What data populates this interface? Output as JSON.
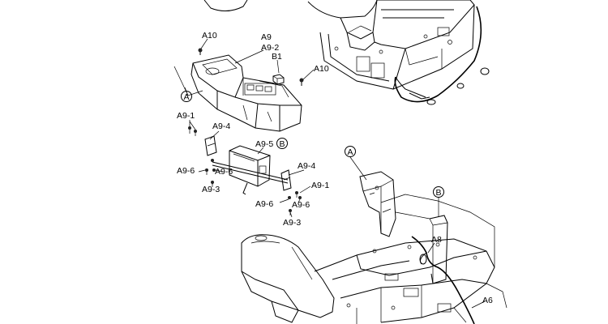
{
  "callouts": {
    "a10_top": "A10",
    "a9": "A9",
    "a9_2": "A9-2",
    "b1": "B1",
    "a10_right": "A10",
    "a9_1_left": "A9-1",
    "a9_4_left": "A9-4",
    "a9_5": "A9-5",
    "a9_6_far_left": "A9-6",
    "a9_6_left": "A9-6",
    "a9_3_left": "A9-3",
    "a9_4_right": "A9-4",
    "a9_1_right": "A9-1",
    "a9_6_right_a": "A9-6",
    "a9_6_right_b": "A9-6",
    "a9_3_right": "A9-3",
    "a8": "A8",
    "a6": "A6"
  },
  "markers": {
    "a_left": "A",
    "b_mid": "B",
    "a_right": "A",
    "b_right": "B"
  }
}
